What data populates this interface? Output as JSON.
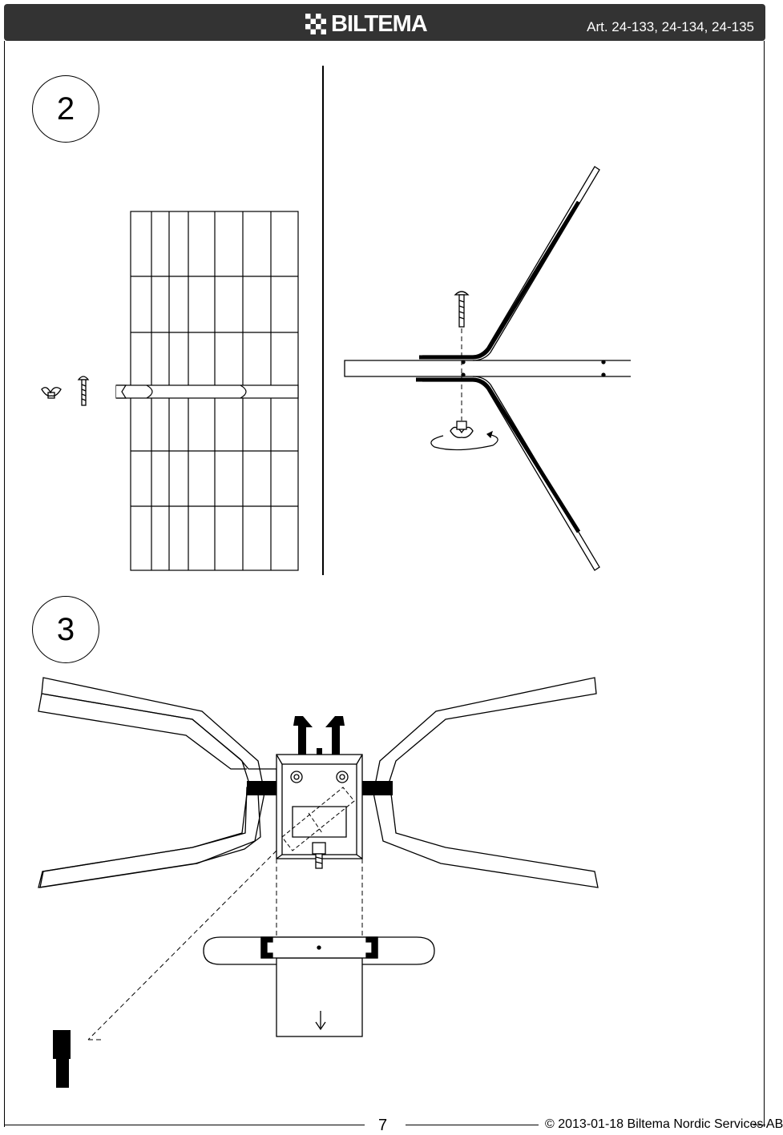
{
  "header": {
    "brand": "BILTEMA",
    "article": "Art. 24-133, 24-134, 24-135"
  },
  "steps": {
    "step2": "2",
    "step3": "3"
  },
  "footer": {
    "page_number": "7",
    "copyright": "© 2013-01-18 Biltema Nordic Services AB"
  },
  "icons": {
    "brand_flag": "checkered-flag-icon",
    "wing_nut": "wing-nut-icon",
    "bolt": "carriage-bolt-icon",
    "rotate": "rotate-arrow-icon",
    "down_arrow": "down-arrow-icon"
  },
  "colors": {
    "header_bg": "#333333",
    "ink": "#000000"
  }
}
